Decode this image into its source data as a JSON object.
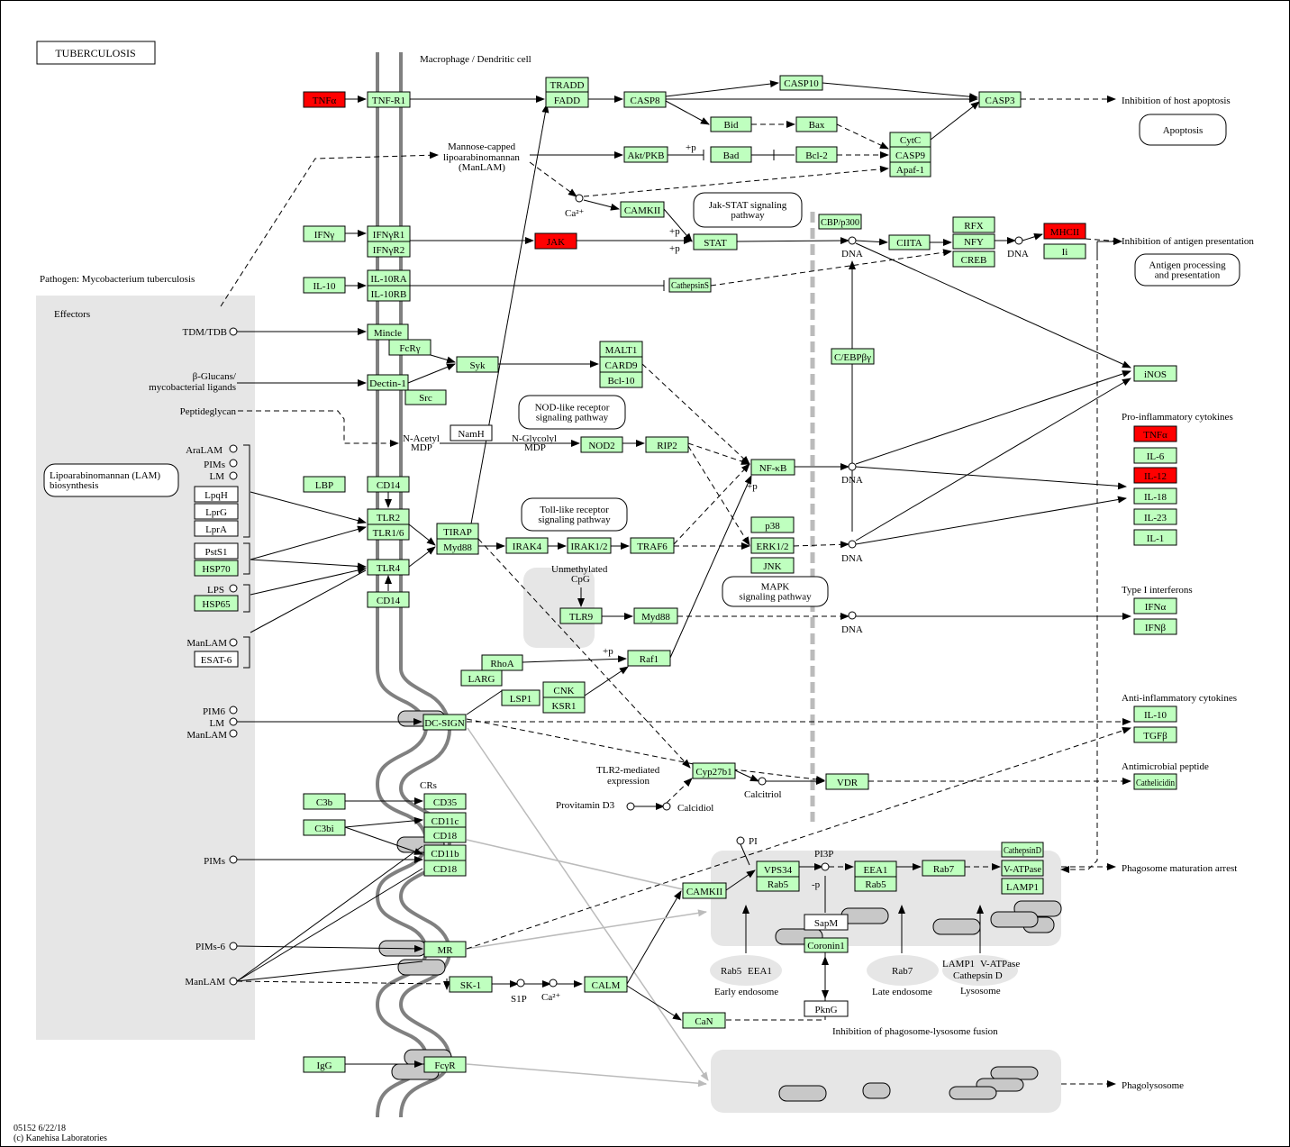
{
  "title": "TUBERCULOSIS",
  "footer": {
    "line1": "05152 6/22/18",
    "line2": "(c) Kanehisa Laboratories"
  },
  "labels": {
    "cell": "Macrophage / Dendritic cell",
    "pathogen": "Pathogen: Mycobacterium tuberculosis",
    "effectors": "Effectors",
    "out_host_apoptosis": "Inhibition of host apoptosis",
    "out_antigen": "Inhibition of antigen presentation",
    "proinflammatory": "Pro-inflammatory cytokines",
    "type1ifn": "Type I interferons",
    "antiinflammatory": "Anti-inflammatory cytokines",
    "antimicrobial": "Antimicrobial peptide",
    "phagosome_arrest": "Phagosome maturation arrest",
    "phagolysosome": "Phagolysosome",
    "phago_lyso_fusion": "Inhibition of phagosome-lysosome fusion",
    "early_endosome": "Early endosome",
    "late_endosome": "Late endosome",
    "lysosome": "Lysosome",
    "crs": "CRs",
    "tlr2_expr_1": "TLR2-mediated",
    "tlr2_expr_2": "expression",
    "unmeth_1": "Unmethylated",
    "unmeth_2": "CpG",
    "dna": "DNA",
    "ca2": "Ca²⁺",
    "p": "+p",
    "minus_p": "-p",
    "pi": "PI",
    "pi3p": "PI3P",
    "s1p": "S1P",
    "nacetyl_1": "N-Acetyl",
    "nacetyl_2": "MDP",
    "nglycolyl_1": "N-Glycolyl",
    "nglycolyl_2": "MDP",
    "manlam_1": "Mannose-capped",
    "manlam_2": "lipoarabinomannan",
    "manlam_3": "(ManLAM)",
    "provitd3": "Provitamin D3",
    "calcidiol": "Calcidiol",
    "calcitriol": "Calcitriol",
    "rab5": "Rab5",
    "eea1": "EEA1",
    "rab7": "Rab7",
    "lamp1": "LAMP1",
    "vatpase": "V-ATPase",
    "cathd": "Cathepsin D"
  },
  "effectors": {
    "tdm": "TDM/TDB",
    "bglucans_1": "β-Glucans/",
    "bglucans_2": "mycobacterial ligands",
    "peptidoglycan": "Peptideglycan",
    "aralam": "AraLAM",
    "pims": "PIMs",
    "lm": "LM",
    "lps": "LPS",
    "manlam": "ManLAM",
    "pim6": "PIM6",
    "pims2": "PIMs",
    "pims6": "PIMs-6",
    "manlam3": "ManLAM"
  },
  "white_boxes": {
    "lpqh": "LpqH",
    "lprg": "LprG",
    "lpra": "LprA",
    "psts1": "PstS1",
    "esat6": "ESAT-6",
    "namh": "NamH",
    "sapm": "SapM",
    "pkng": "PknG"
  },
  "genes": {
    "tnfa": "TNFα",
    "tnfr1": "TNF-R1",
    "tradd": "TRADD",
    "fadd": "FADD",
    "casp8": "CASP8",
    "casp10": "CASP10",
    "casp3": "CASP3",
    "bid": "Bid",
    "bax": "Bax",
    "cytc": "CytC",
    "casp9": "CASP9",
    "apaf1": "Apaf-1",
    "akt": "Akt/PKB",
    "bad": "Bad",
    "bcl2": "Bcl-2",
    "camkii": "CAMKII",
    "ifng": "IFNγ",
    "ifngr1": "IFNγR1",
    "ifngr2": "IFNγR2",
    "jak": "JAK",
    "stat": "STAT",
    "cbp": "CBP/p300",
    "ciita": "CIITA",
    "rfx": "RFX",
    "nfy": "NFY",
    "creb": "CREB",
    "mhcii": "MHCII",
    "ii": "Ii",
    "il10": "IL-10",
    "il10ra": "IL-10RA",
    "il10rb": "IL-10RB",
    "cathepsins": "CathepsinS",
    "mincle": "Mincle",
    "fcry": "FcRγ",
    "dectin1": "Dectin-1",
    "syk": "Syk",
    "src": "Src",
    "malt1": "MALT1",
    "card9": "CARD9",
    "bcl10": "Bcl-10",
    "cebp": "C/EBPβγ",
    "nod2": "NOD2",
    "rip2": "RIP2",
    "nfkb": "NF-κB",
    "lbp": "LBP",
    "cd14a": "CD14",
    "tlr2": "TLR2",
    "tlr16": "TLR1/6",
    "tlr4": "TLR4",
    "cd14b": "CD14",
    "hsp70": "HSP70",
    "hsp65": "HSP65",
    "tirap": "TIRAP",
    "myd88": "Myd88",
    "irak4": "IRAK4",
    "irak12": "IRAK1/2",
    "traf6": "TRAF6",
    "p38": "p38",
    "erk": "ERK1/2",
    "jnk": "JNK",
    "tlr9": "TLR9",
    "myd88b": "Myd88",
    "rhoa": "RhoA",
    "raf1": "Raf1",
    "larg": "LARG",
    "lsp1": "LSP1",
    "cnk": "CNK",
    "ksr1": "KSR1",
    "dcsign": "DC-SIGN",
    "cyp27b1": "Cyp27b1",
    "vdr": "VDR",
    "c3b": "C3b",
    "c3bi": "C3bi",
    "cd35": "CD35",
    "cd11c": "CD11c",
    "cd18a": "CD18",
    "cd11b": "CD11b",
    "cd18b": "CD18",
    "vps34": "VPS34",
    "rab5b": "Rab5",
    "eea1b": "EEA1",
    "rab5c": "Rab5",
    "rab7b": "Rab7",
    "camkii2": "CAMKII",
    "coronin1": "Coronin1",
    "cathepsind": "CathepsinD",
    "vatpase2": "V-ATPase",
    "lamp1b": "LAMP1",
    "mr": "MR",
    "sk1": "SK-1",
    "calm": "CALM",
    "can": "CaN",
    "igg": "IgG",
    "fcyr": "FcγR",
    "inos": "iNOS",
    "tnfa2": "TNFα",
    "il6": "IL-6",
    "il12": "IL-12",
    "il18": "IL-18",
    "il23": "IL-23",
    "il1": "IL-1",
    "ifna": "IFNα",
    "ifnb": "IFNβ",
    "il10b": "IL-10",
    "tgfb": "TGFβ",
    "cathelicidin": "Cathelicidin"
  },
  "compounds_boxes": {
    "apoptosis": "Apoptosis",
    "jakstat_1": "Jak-STAT signaling",
    "jakstat_2": "pathway",
    "antigen_1": "Antigen processing",
    "antigen_2": "and presentation",
    "nod_1": "NOD-like receptor",
    "nod_2": "signaling pathway",
    "toll_1": "Toll-like receptor",
    "toll_2": "signaling pathway",
    "mapk_1": "MAPK",
    "mapk_2": "signaling pathway",
    "lam_1": "Lipoarabinomannan (LAM)",
    "lam_2": "biosynthesis"
  },
  "colors": {
    "gene": "#bfffbf",
    "highlight": "#ff0000",
    "zone": "#e6e6e6",
    "membrane": "#808080"
  }
}
